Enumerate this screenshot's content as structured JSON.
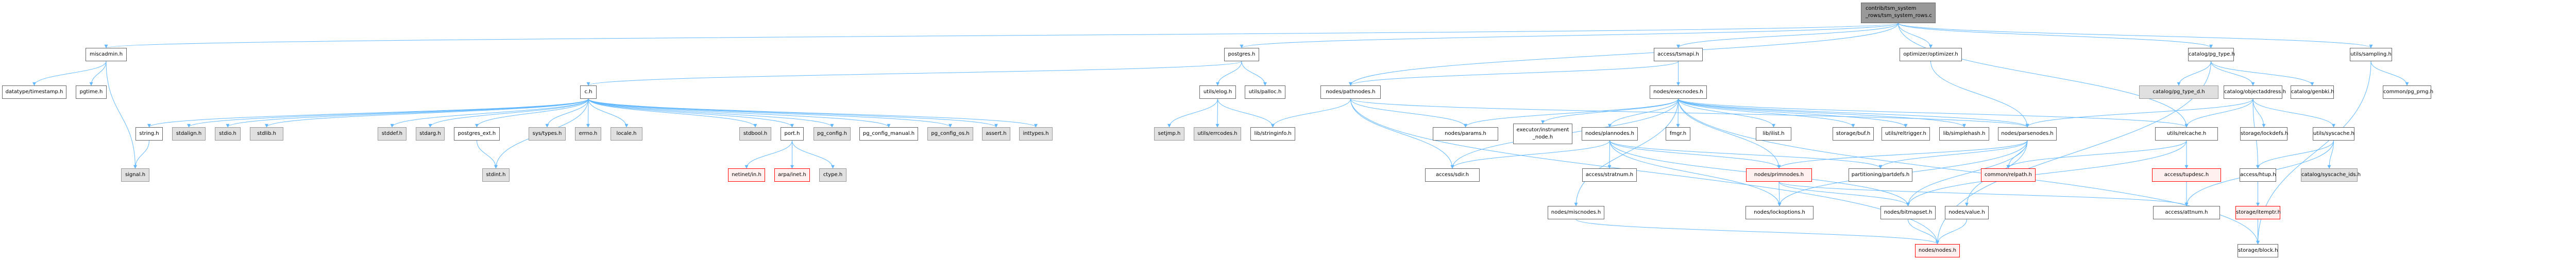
{
  "graph": {
    "title": "contrib/tsm_system_rows/tsm_system_rows.c",
    "edge_color": "#63b8ff",
    "node_styles": {
      "root": {
        "fill": "#999999",
        "stroke": "#666666"
      },
      "documented": {
        "fill": "#ffffff",
        "stroke": "#666666"
      },
      "system": {
        "fill": "#e0e0e0",
        "stroke": "#999999"
      },
      "truncated": {
        "fill": "#fff0f0",
        "stroke": "#ff0000"
      }
    },
    "nodes": [
      {
        "id": "root",
        "label": "contrib/tsm_system\n_rows/tsm_system_rows.c",
        "kind": "root"
      },
      {
        "id": "miscadmin",
        "label": "miscadmin.h",
        "kind": "documented"
      },
      {
        "id": "timestamp",
        "label": "datatype/timestamp.h",
        "kind": "documented"
      },
      {
        "id": "pgtime",
        "label": "pgtime.h",
        "kind": "documented"
      },
      {
        "id": "signal",
        "label": "signal.h",
        "kind": "system"
      },
      {
        "id": "ch",
        "label": "c.h",
        "kind": "documented"
      },
      {
        "id": "string",
        "label": "string.h",
        "kind": "documented"
      },
      {
        "id": "stdalign",
        "label": "stdalign.h",
        "kind": "system"
      },
      {
        "id": "stdio",
        "label": "stdio.h",
        "kind": "system"
      },
      {
        "id": "stdlib",
        "label": "stdlib.h",
        "kind": "system"
      },
      {
        "id": "stddef",
        "label": "stddef.h",
        "kind": "system"
      },
      {
        "id": "stdarg",
        "label": "stdarg.h",
        "kind": "system"
      },
      {
        "id": "postgres_ext",
        "label": "postgres_ext.h",
        "kind": "documented"
      },
      {
        "id": "stdint",
        "label": "stdint.h",
        "kind": "system"
      },
      {
        "id": "systypes",
        "label": "sys/types.h",
        "kind": "system"
      },
      {
        "id": "errno",
        "label": "errno.h",
        "kind": "system"
      },
      {
        "id": "locale",
        "label": "locale.h",
        "kind": "system"
      },
      {
        "id": "stdbool",
        "label": "stdbool.h",
        "kind": "system"
      },
      {
        "id": "port",
        "label": "port.h",
        "kind": "documented"
      },
      {
        "id": "netinet",
        "label": "netinet/in.h",
        "kind": "truncated"
      },
      {
        "id": "arpa",
        "label": "arpa/inet.h",
        "kind": "truncated"
      },
      {
        "id": "ctype",
        "label": "ctype.h",
        "kind": "system"
      },
      {
        "id": "pg_config",
        "label": "pg_config.h",
        "kind": "system"
      },
      {
        "id": "pg_config_manual",
        "label": "pg_config_manual.h",
        "kind": "documented"
      },
      {
        "id": "pg_config_os",
        "label": "pg_config_os.h",
        "kind": "system"
      },
      {
        "id": "assert",
        "label": "assert.h",
        "kind": "system"
      },
      {
        "id": "inttypes",
        "label": "inttypes.h",
        "kind": "system"
      },
      {
        "id": "postgres",
        "label": "postgres.h",
        "kind": "documented"
      },
      {
        "id": "elog",
        "label": "utils/elog.h",
        "kind": "documented"
      },
      {
        "id": "palloc",
        "label": "utils/palloc.h",
        "kind": "documented"
      },
      {
        "id": "setjmp",
        "label": "setjmp.h",
        "kind": "system"
      },
      {
        "id": "errcodes",
        "label": "utils/errcodes.h",
        "kind": "system"
      },
      {
        "id": "stringinfo",
        "label": "lib/stringinfo.h",
        "kind": "documented"
      },
      {
        "id": "pathnodes",
        "label": "nodes/pathnodes.h",
        "kind": "documented"
      },
      {
        "id": "params",
        "label": "nodes/params.h",
        "kind": "documented"
      },
      {
        "id": "sdir",
        "label": "access/sdir.h",
        "kind": "documented"
      },
      {
        "id": "tsmapi",
        "label": "access/tsmapi.h",
        "kind": "documented"
      },
      {
        "id": "execnodes",
        "label": "nodes/execnodes.h",
        "kind": "documented"
      },
      {
        "id": "instrument",
        "label": "executor/instrument\n_node.h",
        "kind": "documented"
      },
      {
        "id": "plannodes",
        "label": "nodes/plannodes.h",
        "kind": "documented"
      },
      {
        "id": "fmgr",
        "label": "fmgr.h",
        "kind": "documented"
      },
      {
        "id": "ilist",
        "label": "lib/ilist.h",
        "kind": "documented"
      },
      {
        "id": "buf",
        "label": "storage/buf.h",
        "kind": "documented"
      },
      {
        "id": "reltrigger",
        "label": "utils/reltrigger.h",
        "kind": "documented"
      },
      {
        "id": "simplehash",
        "label": "lib/simplehash.h",
        "kind": "documented"
      },
      {
        "id": "parsenodes",
        "label": "nodes/parsenodes.h",
        "kind": "documented"
      },
      {
        "id": "relcache",
        "label": "utils/relcache.h",
        "kind": "documented"
      },
      {
        "id": "lockdefs",
        "label": "storage/lockdefs.h",
        "kind": "documented"
      },
      {
        "id": "syscache",
        "label": "utils/syscache.h",
        "kind": "documented"
      },
      {
        "id": "stratnum",
        "label": "access/stratnum.h",
        "kind": "documented"
      },
      {
        "id": "primnodes",
        "label": "nodes/primnodes.h",
        "kind": "truncated"
      },
      {
        "id": "partdefs",
        "label": "partitioning/partdefs.h",
        "kind": "documented"
      },
      {
        "id": "relpath",
        "label": "common/relpath.h",
        "kind": "truncated"
      },
      {
        "id": "tupdesc",
        "label": "access/tupdesc.h",
        "kind": "truncated"
      },
      {
        "id": "htup",
        "label": "access/htup.h",
        "kind": "documented"
      },
      {
        "id": "syscache_ids",
        "label": "catalog/syscache_ids.h",
        "kind": "system"
      },
      {
        "id": "miscnodes",
        "label": "nodes/miscnodes.h",
        "kind": "documented"
      },
      {
        "id": "lockoptions",
        "label": "nodes/lockoptions.h",
        "kind": "documented"
      },
      {
        "id": "bitmapset",
        "label": "nodes/bitmapset.h",
        "kind": "documented"
      },
      {
        "id": "value",
        "label": "nodes/value.h",
        "kind": "documented"
      },
      {
        "id": "attnum",
        "label": "access/attnum.h",
        "kind": "documented"
      },
      {
        "id": "itemptr",
        "label": "storage/itemptr.h",
        "kind": "truncated"
      },
      {
        "id": "nodes",
        "label": "nodes/nodes.h",
        "kind": "truncated"
      },
      {
        "id": "block",
        "label": "storage/block.h",
        "kind": "documented"
      },
      {
        "id": "optimizer",
        "label": "optimizer/optimizer.h",
        "kind": "documented"
      },
      {
        "id": "pg_type",
        "label": "catalog/pg_type.h",
        "kind": "documented"
      },
      {
        "id": "pg_type_d",
        "label": "catalog/pg_type_d.h",
        "kind": "system"
      },
      {
        "id": "objectaddress",
        "label": "catalog/objectaddress.h",
        "kind": "documented"
      },
      {
        "id": "genbki",
        "label": "catalog/genbki.h",
        "kind": "documented"
      },
      {
        "id": "sampling",
        "label": "utils/sampling.h",
        "kind": "documented"
      },
      {
        "id": "pg_prng",
        "label": "common/pg_prng.h",
        "kind": "documented"
      }
    ],
    "edges": [
      [
        "root",
        "miscadmin"
      ],
      [
        "root",
        "postgres"
      ],
      [
        "root",
        "tsmapi"
      ],
      [
        "root",
        "optimizer"
      ],
      [
        "root",
        "pg_type"
      ],
      [
        "root",
        "sampling"
      ],
      [
        "root",
        "pathnodes"
      ],
      [
        "root",
        "relcache"
      ],
      [
        "miscadmin",
        "timestamp"
      ],
      [
        "miscadmin",
        "pgtime"
      ],
      [
        "miscadmin",
        "signal"
      ],
      [
        "postgres",
        "ch"
      ],
      [
        "postgres",
        "elog"
      ],
      [
        "postgres",
        "palloc"
      ],
      [
        "ch",
        "string"
      ],
      [
        "ch",
        "stdalign"
      ],
      [
        "ch",
        "stdio"
      ],
      [
        "ch",
        "stdlib"
      ],
      [
        "ch",
        "stddef"
      ],
      [
        "ch",
        "stdarg"
      ],
      [
        "ch",
        "postgres_ext"
      ],
      [
        "ch",
        "stdint"
      ],
      [
        "ch",
        "systypes"
      ],
      [
        "ch",
        "errno"
      ],
      [
        "ch",
        "locale"
      ],
      [
        "ch",
        "stdbool"
      ],
      [
        "ch",
        "port"
      ],
      [
        "ch",
        "pg_config"
      ],
      [
        "ch",
        "pg_config_manual"
      ],
      [
        "ch",
        "pg_config_os"
      ],
      [
        "ch",
        "assert"
      ],
      [
        "ch",
        "inttypes"
      ],
      [
        "string",
        "signal"
      ],
      [
        "postgres_ext",
        "stdint"
      ],
      [
        "port",
        "netinet"
      ],
      [
        "port",
        "arpa"
      ],
      [
        "port",
        "ctype"
      ],
      [
        "elog",
        "setjmp"
      ],
      [
        "elog",
        "errcodes"
      ],
      [
        "elog",
        "stringinfo"
      ],
      [
        "pathnodes",
        "stringinfo"
      ],
      [
        "pathnodes",
        "params"
      ],
      [
        "pathnodes",
        "sdir"
      ],
      [
        "pathnodes",
        "nodes"
      ],
      [
        "pathnodes",
        "parsenodes"
      ],
      [
        "tsmapi",
        "pathnodes"
      ],
      [
        "tsmapi",
        "execnodes"
      ],
      [
        "execnodes",
        "params"
      ],
      [
        "execnodes",
        "instrument"
      ],
      [
        "execnodes",
        "plannodes"
      ],
      [
        "execnodes",
        "fmgr"
      ],
      [
        "execnodes",
        "ilist"
      ],
      [
        "execnodes",
        "buf"
      ],
      [
        "execnodes",
        "reltrigger"
      ],
      [
        "execnodes",
        "simplehash"
      ],
      [
        "execnodes",
        "parsenodes"
      ],
      [
        "execnodes",
        "miscnodes"
      ],
      [
        "execnodes",
        "primnodes"
      ],
      [
        "execnodes",
        "sdir"
      ],
      [
        "execnodes",
        "relcache"
      ],
      [
        "execnodes",
        "block"
      ],
      [
        "plannodes",
        "sdir"
      ],
      [
        "plannodes",
        "stratnum"
      ],
      [
        "plannodes",
        "primnodes"
      ],
      [
        "plannodes",
        "lockoptions"
      ],
      [
        "plannodes",
        "bitmapset"
      ],
      [
        "plannodes",
        "partdefs"
      ],
      [
        "optimizer",
        "parsenodes"
      ],
      [
        "parsenodes",
        "primnodes"
      ],
      [
        "parsenodes",
        "partdefs"
      ],
      [
        "parsenodes",
        "relpath"
      ],
      [
        "parsenodes",
        "lockoptions"
      ],
      [
        "parsenodes",
        "bitmapset"
      ],
      [
        "parsenodes",
        "value"
      ],
      [
        "primnodes",
        "lockoptions"
      ],
      [
        "primnodes",
        "bitmapset"
      ],
      [
        "primnodes",
        "attnum"
      ],
      [
        "relcache",
        "relpath"
      ],
      [
        "relcache",
        "tupdesc"
      ],
      [
        "relcache",
        "bitmapset"
      ],
      [
        "tupdesc",
        "attnum"
      ],
      [
        "pg_type",
        "pg_type_d"
      ],
      [
        "pg_type",
        "objectaddress"
      ],
      [
        "pg_type",
        "genbki"
      ],
      [
        "pg_type",
        "nodes"
      ],
      [
        "objectaddress",
        "parsenodes"
      ],
      [
        "objectaddress",
        "relcache"
      ],
      [
        "objectaddress",
        "lockdefs"
      ],
      [
        "objectaddress",
        "htup"
      ],
      [
        "objectaddress",
        "syscache"
      ],
      [
        "syscache",
        "htup"
      ],
      [
        "syscache",
        "syscache_ids"
      ],
      [
        "syscache",
        "attnum"
      ],
      [
        "htup",
        "itemptr"
      ],
      [
        "itemptr",
        "block"
      ],
      [
        "miscnodes",
        "nodes"
      ],
      [
        "bitmapset",
        "nodes"
      ],
      [
        "value",
        "nodes"
      ],
      [
        "sampling",
        "pg_prng"
      ],
      [
        "sampling",
        "block"
      ]
    ]
  }
}
